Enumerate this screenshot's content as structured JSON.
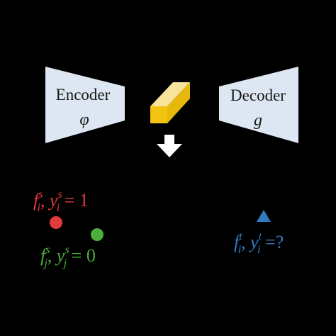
{
  "colors": {
    "background": "#000000",
    "block_fill": "#dde7f3",
    "block_text": "#1a1a1a",
    "feature_front": "#f2c40f",
    "feature_top": "#f7e39a",
    "feature_side": "#e7b70a",
    "arrow": "#ffffff",
    "source_positive": "#e03a3a",
    "source_negative": "#4cae3c",
    "target": "#2f7bc2"
  },
  "encoder": {
    "title": "Encoder",
    "symbol": "φ"
  },
  "decoder": {
    "title": "Decoder",
    "symbol": "g"
  },
  "feature": {
    "icon": "feature-cube-icon"
  },
  "down_arrow": {
    "icon": "down-arrow-icon"
  },
  "source_positive": {
    "f": "f",
    "f_sup": "s",
    "f_sub": "i",
    "sep": ", ",
    "y": "y",
    "y_sup": "s",
    "y_sub": "i",
    "eq": " = 1",
    "marker": "circle"
  },
  "source_negative": {
    "f": "f",
    "f_sup": "s",
    "f_sub": "j",
    "sep": ", ",
    "y": "y",
    "y_sup": "s",
    "y_sub": "j",
    "eq": " = 0",
    "marker": "circle"
  },
  "target": {
    "f": "f",
    "f_sup": "t",
    "f_sub": "i",
    "sep": ", ",
    "y": "y",
    "y_sup": "t",
    "y_sub": "i",
    "eq": " =?",
    "marker": "triangle"
  }
}
